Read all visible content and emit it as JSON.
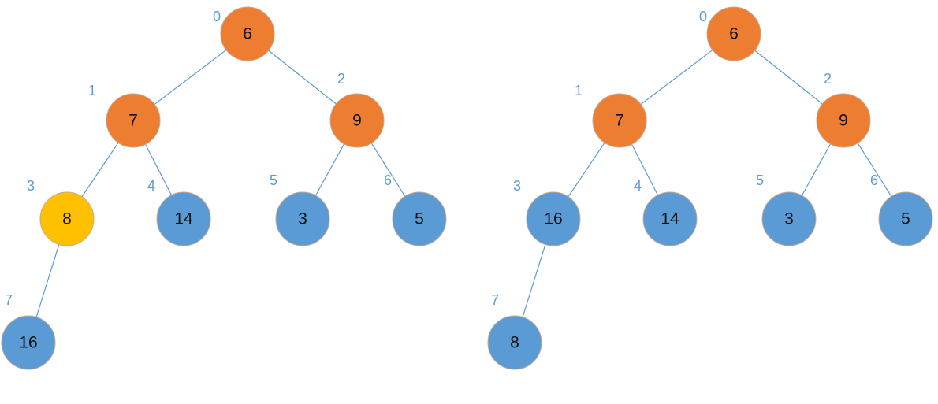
{
  "colors": {
    "root_path": "#ed7d31",
    "highlight": "#ffc000",
    "default": "#5b9bd5",
    "edge": "#5b9bd5",
    "index_label": "#5b9bd5"
  },
  "trees": [
    {
      "nodes": [
        {
          "index": "0",
          "value": "6",
          "color": "root_path"
        },
        {
          "index": "1",
          "value": "7",
          "color": "root_path"
        },
        {
          "index": "2",
          "value": "9",
          "color": "root_path"
        },
        {
          "index": "3",
          "value": "8",
          "color": "highlight"
        },
        {
          "index": "4",
          "value": "14",
          "color": "default"
        },
        {
          "index": "5",
          "value": "3",
          "color": "default"
        },
        {
          "index": "6",
          "value": "5",
          "color": "default"
        },
        {
          "index": "7",
          "value": "16",
          "color": "default"
        }
      ],
      "edges": [
        [
          0,
          1
        ],
        [
          0,
          2
        ],
        [
          1,
          3
        ],
        [
          1,
          4
        ],
        [
          2,
          5
        ],
        [
          2,
          6
        ],
        [
          3,
          7
        ]
      ]
    },
    {
      "nodes": [
        {
          "index": "0",
          "value": "6",
          "color": "root_path"
        },
        {
          "index": "1",
          "value": "7",
          "color": "root_path"
        },
        {
          "index": "2",
          "value": "9",
          "color": "root_path"
        },
        {
          "index": "3",
          "value": "16",
          "color": "default"
        },
        {
          "index": "4",
          "value": "14",
          "color": "default"
        },
        {
          "index": "5",
          "value": "3",
          "color": "default"
        },
        {
          "index": "6",
          "value": "5",
          "color": "default"
        },
        {
          "index": "7",
          "value": "8",
          "color": "default"
        }
      ],
      "edges": [
        [
          0,
          1
        ],
        [
          0,
          2
        ],
        [
          1,
          3
        ],
        [
          1,
          4
        ],
        [
          2,
          5
        ],
        [
          2,
          6
        ],
        [
          3,
          7
        ]
      ]
    }
  ]
}
